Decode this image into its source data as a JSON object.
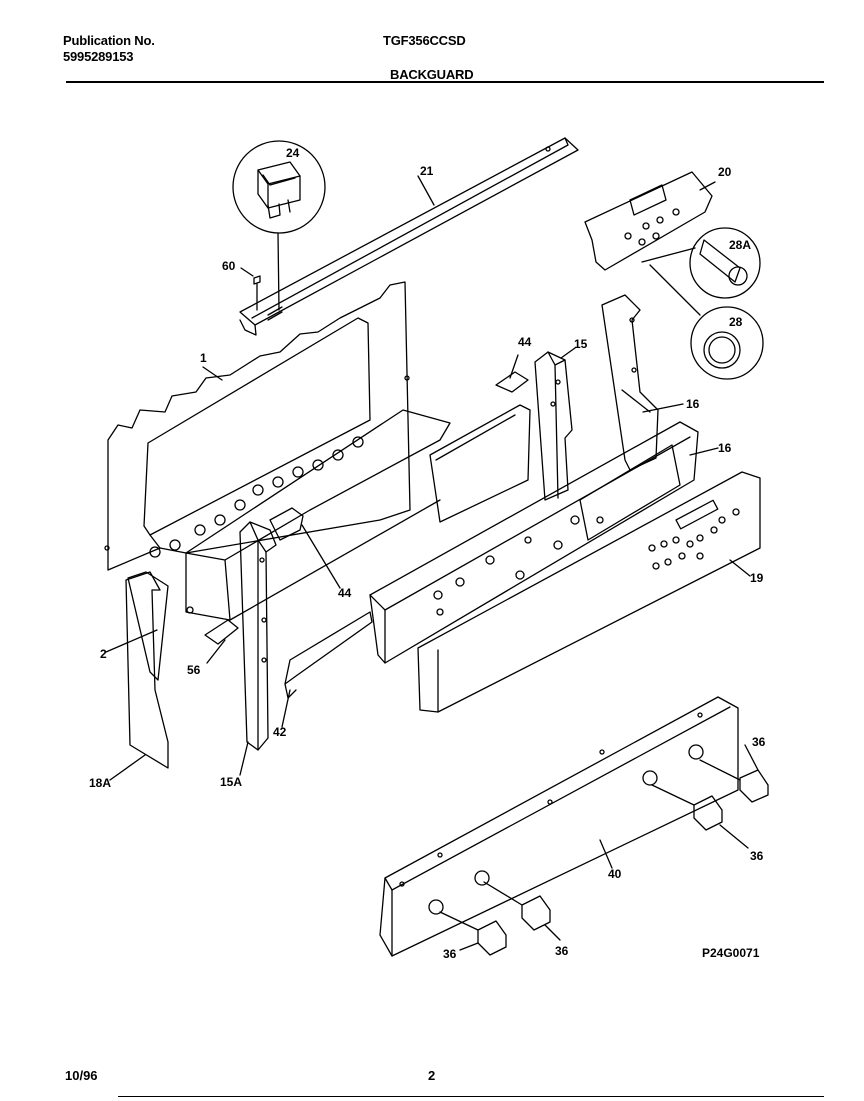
{
  "header": {
    "publication_label": "Publication No.",
    "publication_number": "5995289153",
    "model": "TGF356CCSD",
    "section": "BACKGUARD"
  },
  "diagram": {
    "code": "P24G0071",
    "callouts": {
      "c24": "24",
      "c21": "21",
      "c20": "20",
      "c60": "60",
      "c28a": "28A",
      "c28": "28",
      "c1": "1",
      "c44a": "44",
      "c15": "15",
      "c16a": "16",
      "c16b": "16",
      "c44b": "44",
      "c19": "19",
      "c2": "2",
      "c56": "56",
      "c42": "42",
      "c18a": "18A",
      "c15a": "15A",
      "c36a": "36",
      "c36b": "36",
      "c36c": "36",
      "c36d": "36",
      "c40": "40"
    }
  },
  "footer": {
    "date": "10/96",
    "page": "2"
  }
}
